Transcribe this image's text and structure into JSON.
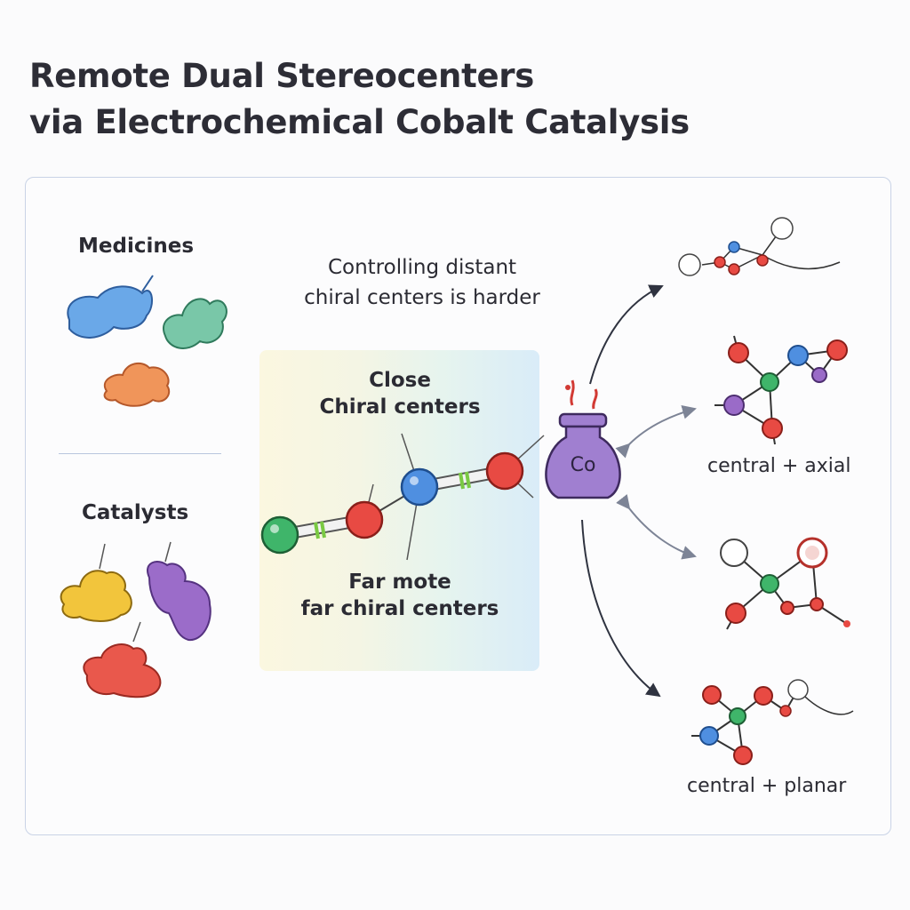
{
  "title": {
    "line1": "Remote Dual Stereocenters",
    "line2": "via Electrochemical Cobalt Catalysis"
  },
  "left_panel": {
    "medicines_label": "Medicines",
    "catalysts_label": "Catalysts"
  },
  "center": {
    "controlling_line1": "Controlling distant",
    "controlling_line2": "chiral centers is harder",
    "close_line1": "Close",
    "close_line2": "Chiral centers",
    "far_line1": "Far mote",
    "far_line2": "far chiral centers"
  },
  "catalyst": {
    "symbol": "Co"
  },
  "products": {
    "axial_label": "central + axial",
    "planar_label": "central + planar"
  },
  "colors": {
    "blue_blob": "#6aa8e8",
    "green_blob": "#79c7a8",
    "orange_blob": "#f0955a",
    "yellow_blob": "#f2c53c",
    "purple_blob": "#9b6cc9",
    "red_blob": "#e9584c",
    "flask": "#a07fd0",
    "atom_red": "#e84a43",
    "atom_green": "#3fb56a",
    "atom_blue": "#4f8fe0",
    "atom_purple": "#9a6bc8"
  }
}
